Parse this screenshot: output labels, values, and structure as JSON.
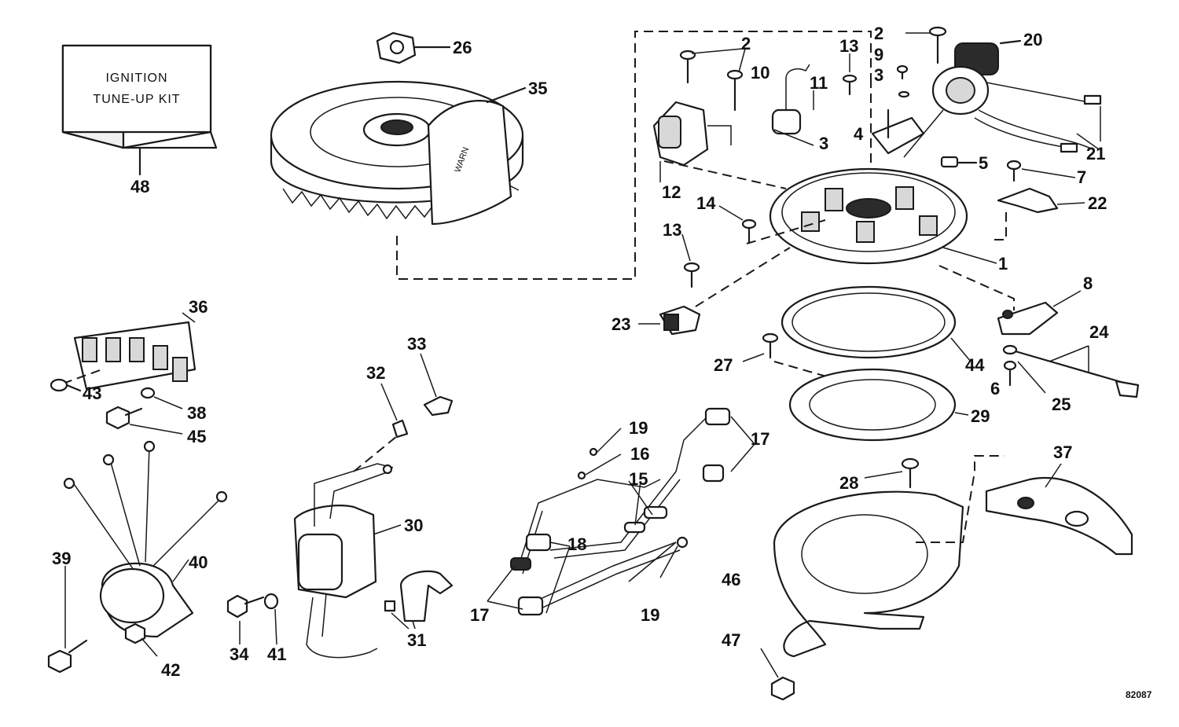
{
  "kit_box": {
    "line1": "IGNITION",
    "line2": "TUNE-UP KIT"
  },
  "flywheel_text": "WARN",
  "catalog_number": "82087",
  "labels": {
    "l48": "48",
    "l26": "26",
    "l35": "35",
    "l2a": "2",
    "l2b": "2",
    "l13a": "13",
    "l9": "9",
    "l20": "20",
    "l10": "10",
    "l11": "11",
    "l3a": "3",
    "l3b": "3",
    "l4": "4",
    "l21": "21",
    "l5": "5",
    "l7": "7",
    "l12": "12",
    "l22": "22",
    "l14": "14",
    "l13b": "13",
    "l1": "1",
    "l8": "8",
    "l23": "23",
    "l36": "36",
    "l33": "33",
    "l32": "32",
    "l44": "44",
    "l24": "24",
    "l27": "27",
    "l6": "6",
    "l25": "25",
    "l43": "43",
    "l38": "38",
    "l45": "45",
    "l29": "29",
    "l19a": "19",
    "l17a": "17",
    "l16": "16",
    "l28": "28",
    "l37": "37",
    "l15": "15",
    "l30": "30",
    "l18": "18",
    "l39": "39",
    "l40": "40",
    "l46": "46",
    "l17b": "17",
    "l19b": "19",
    "l31": "31",
    "l34": "34",
    "l41": "41",
    "l42": "42",
    "l47": "47"
  }
}
